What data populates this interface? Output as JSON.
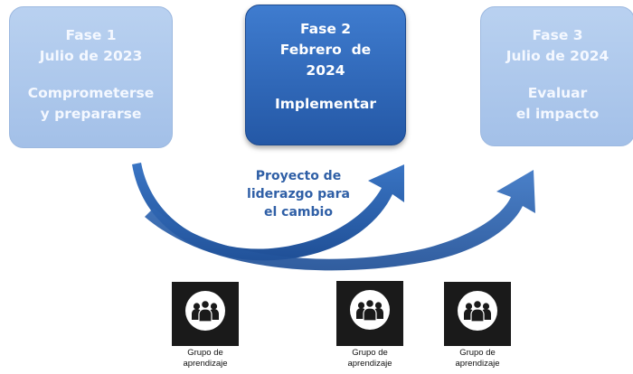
{
  "phases": [
    {
      "title": "Fase 1",
      "date": "Julio de 2023",
      "action_lines": [
        "Comprometerse",
        "y prepararse"
      ],
      "state": "faded"
    },
    {
      "title": "Fase 2",
      "date_lines": [
        "Febrero  de",
        "2024"
      ],
      "action_lines": [
        "Implementar"
      ],
      "state": "active"
    },
    {
      "title": "Fase 3",
      "date": "Julio de 2024",
      "action_lines": [
        "Evaluar",
        "el impacto"
      ],
      "state": "faded"
    }
  ],
  "arrow_label_lines": [
    "Proyecto de",
    "liderazgo para",
    "el cambio"
  ],
  "groups": [
    {
      "label_lines": [
        "Grupo de",
        "aprendizaje"
      ],
      "icon": "group-people-icon"
    },
    {
      "label_lines": [
        "Grupo de",
        "aprendizaje"
      ],
      "icon": "group-people-icon"
    },
    {
      "label_lines": [
        "Grupo de",
        "aprendizaje"
      ],
      "icon": "group-people-icon"
    }
  ],
  "colors": {
    "active_phase": "#2f67b8",
    "faded_phase": "#aec8ec",
    "arrow": "#2a5ea8",
    "label_text": "#2f5fa6"
  }
}
